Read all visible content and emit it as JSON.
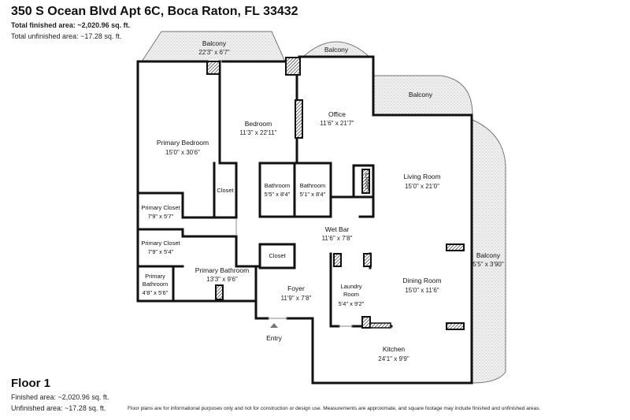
{
  "header": {
    "address": "350 S Ocean Blvd Apt 6C, Boca Raton, FL 33432",
    "finished": "Total finished area: ~2,020.96 sq. ft.",
    "unfinished": "Total unfinished area: ~17.28 sq. ft."
  },
  "footer": {
    "floor": "Floor 1",
    "finished": "Finished area: ~2,020.96 sq. ft.",
    "unfinished": "Unfinished area: ~17.28 sq. ft.",
    "disclaimer": "Floor plans are for informational purposes only and not for construction or design use. Measurements are approximate, and square footage may include finished and unfinished areas."
  },
  "rooms": {
    "balcony_top": {
      "name": "Balcony",
      "dims": "22'3\" x 6'7\""
    },
    "balcony_office": {
      "name": "Balcony"
    },
    "balcony_right_top": {
      "name": "Balcony"
    },
    "balcony_right": {
      "name": "Balcony",
      "dims": "5'5\" x 3'90\""
    },
    "primary_bedroom": {
      "name": "Primary Bedroom",
      "dims": "15'0\" x 30'6\""
    },
    "bedroom": {
      "name": "Bedroom",
      "dims": "11'3\" x 22'11\""
    },
    "office": {
      "name": "Office",
      "dims": "11'6\" x 21'7\""
    },
    "living_room": {
      "name": "Living Room",
      "dims": "15'0\" x 21'0\""
    },
    "closet_bed": {
      "name": "Closet"
    },
    "bath1": {
      "name": "Bathroom",
      "dims": "5'5\" x 8'4\""
    },
    "bath2": {
      "name": "Bathroom",
      "dims": "5'1\" x 8'4\""
    },
    "closet_office": {
      "name": "Closet"
    },
    "primary_closet1": {
      "name": "Primary Closet",
      "dims": "7'9\" x 5'7\""
    },
    "primary_closet2": {
      "name": "Primary Closet",
      "dims": "7'9\" x 5'4\""
    },
    "primary_bath_small": {
      "name_line1": "Primary",
      "name_line2": "Bathroom",
      "dims": "4'8\" x 5'6\""
    },
    "primary_bathroom": {
      "name": "Primary Bathroom",
      "dims": "13'3\" x 9'6\""
    },
    "closet_hall": {
      "name": "Closet"
    },
    "wet_bar": {
      "name": "Wet Bar",
      "dims": "11'6\" x 7'8\""
    },
    "foyer": {
      "name": "Foyer",
      "dims": "11'9\" x 7'8\""
    },
    "laundry": {
      "name_line1": "Laundry",
      "name_line2": "Room",
      "dims": "5'4\" x 9'2\""
    },
    "dining_room": {
      "name": "Dining Room",
      "dims": "15'0\" x 11'6\""
    },
    "kitchen": {
      "name": "Kitchen",
      "dims": "24'1\" x 9'9\""
    }
  },
  "entry_label": "Entry"
}
